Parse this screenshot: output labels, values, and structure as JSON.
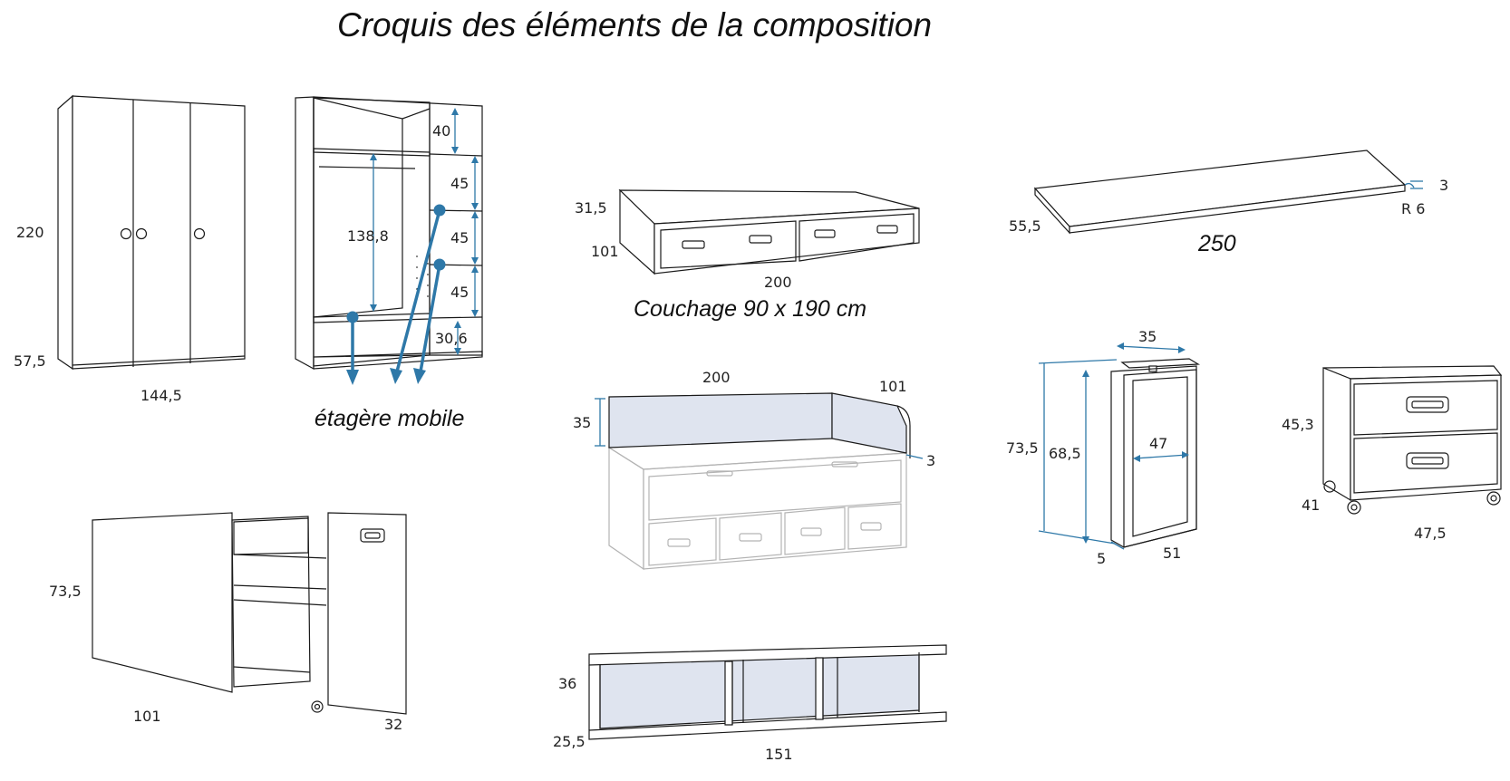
{
  "title": "Croquis des éléments de la composition",
  "wardrobe": {
    "height": "220",
    "depth": "57,5",
    "width": "144,5",
    "inner_shelf_1": "40",
    "inner_shelf_2": "45",
    "inner_shelf_3": "45",
    "inner_shelf_4": "45",
    "inner_bottom": "30,6",
    "hanging_height": "138,8",
    "caption": "étagère mobile"
  },
  "bed_drawer_unit": {
    "height": "31,5",
    "depth": "101",
    "width": "200",
    "caption": "Couchage 90 x 190 cm"
  },
  "desk_top": {
    "depth": "55,5",
    "thickness": "3",
    "radius": "R 6",
    "length": "250"
  },
  "bed_panels": {
    "length": "200",
    "depth": "101",
    "height": "35",
    "thickness": "3"
  },
  "desk_leg": {
    "top_width": "35",
    "height_outer": "73,5",
    "height_inner": "68,5",
    "inner_width": "47",
    "thickness": "5",
    "depth": "51"
  },
  "rolling_drawer": {
    "height": "45,3",
    "depth": "41",
    "width": "47,5"
  },
  "pull_out_desk": {
    "height": "73,5",
    "depth": "101",
    "width": "32"
  },
  "wall_shelf": {
    "height": "36",
    "depth": "25,5",
    "width": "151"
  },
  "colors": {
    "line": "#1a1a1a",
    "dimension_blue": "#2e78a8",
    "panel_tint": "#dfe4ef",
    "ghost_gray": "#b3b3b3"
  }
}
